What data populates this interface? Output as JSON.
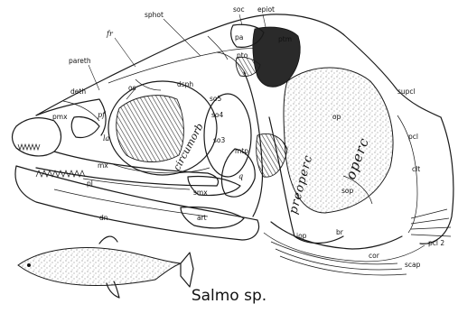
{
  "caption": "Salmo sp.",
  "labels": {
    "soc": "soc",
    "epiot": "epiot",
    "sphot": "sphot",
    "fr": "fr",
    "pa": "pa",
    "ptm": "ptm",
    "pareth": "pareth",
    "pto": "pto",
    "deth": "deth",
    "dsph": "dsph",
    "so5": "so5",
    "supcl": "supcl",
    "pmx": "pmx",
    "pf": "pf",
    "os": "os",
    "so4": "so4",
    "op": "op",
    "la": "la",
    "so3": "so3",
    "circumorb": "circumorb",
    "pcl": "pcl",
    "mtp": "mtp",
    "mx": "mx",
    "operc": "operc",
    "preoperc": "preoperc",
    "q": "q",
    "clt": "clt",
    "sop": "sop",
    "smx": "smx",
    "pl": "pl",
    "dn": "dn",
    "art": "art",
    "iop": "iop",
    "br": "br",
    "cor": "cor",
    "pcl2": "pcl 2",
    "scap": "scap"
  }
}
